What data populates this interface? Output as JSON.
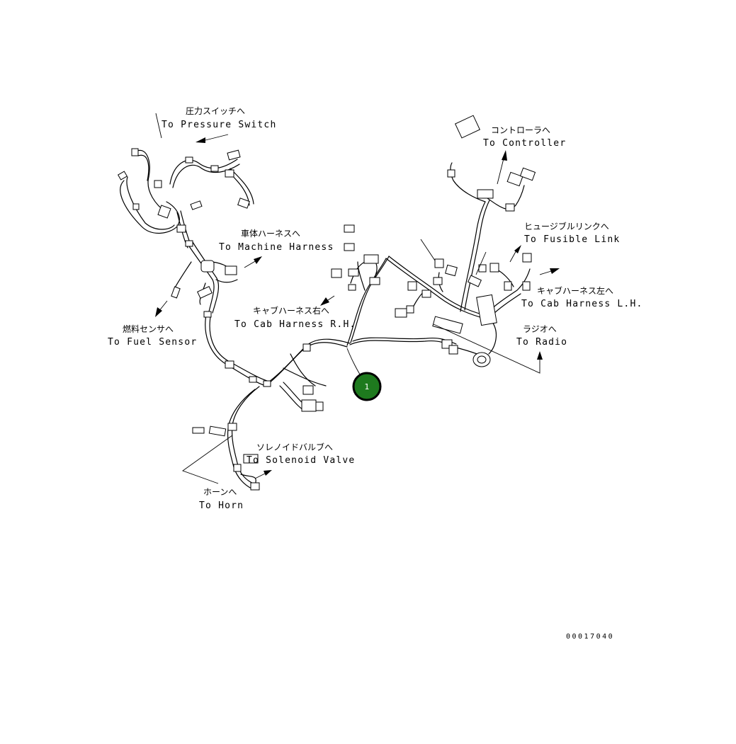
{
  "labels": {
    "pressure_switch": {
      "jp": "圧力スイッチへ",
      "en": "To Pressure Switch"
    },
    "controller": {
      "jp": "コントローラへ",
      "en": "To Controller"
    },
    "machine_harness": {
      "jp": "車体ハーネスへ",
      "en": "To Machine Harness"
    },
    "fusible_link": {
      "jp": "ヒュージブルリンクへ",
      "en": "To Fusible Link"
    },
    "cab_harness_lh": {
      "jp": "キャブハーネス左へ",
      "en": "To Cab Harness L.H."
    },
    "cab_harness_rh": {
      "jp": "キャブハーネス右へ",
      "en": "To Cab Harness R.H."
    },
    "fuel_sensor": {
      "jp": "燃料センサへ",
      "en": "To Fuel Sensor"
    },
    "radio": {
      "jp": "ラジオへ",
      "en": "To Radio"
    },
    "solenoid_valve": {
      "jp": "ソレノイドバルブへ",
      "en": "To Solenoid Valve"
    },
    "horn": {
      "jp": "ホーンへ",
      "en": "To Horn"
    }
  },
  "callout": {
    "number": "1",
    "color": "#1e7a1e"
  },
  "drawing_code": "00017040"
}
